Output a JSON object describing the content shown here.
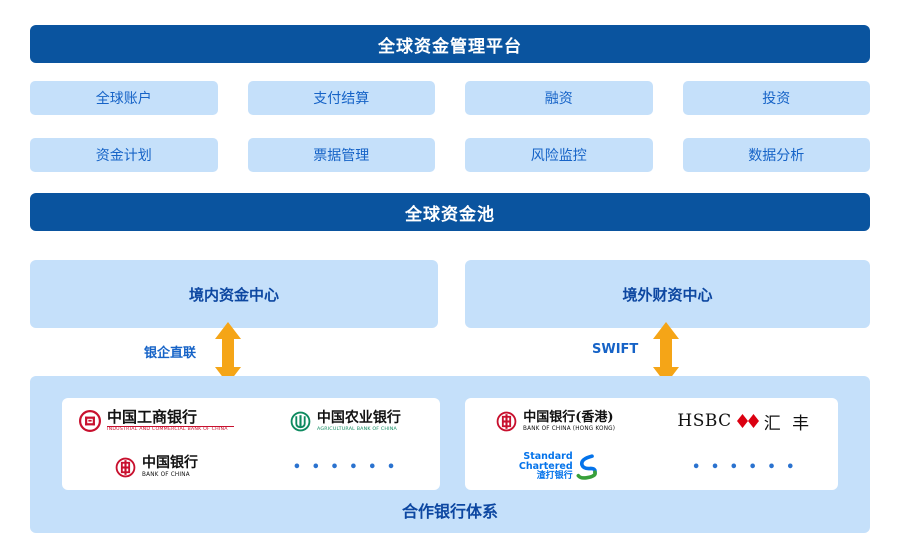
{
  "header": {
    "platform_title": "全球资金管理平台",
    "pool_title": "全球资金池"
  },
  "modules": [
    {
      "label": "全球账户"
    },
    {
      "label": "支付结算"
    },
    {
      "label": "融资"
    },
    {
      "label": "投资"
    },
    {
      "label": "资金计划"
    },
    {
      "label": "票据管理"
    },
    {
      "label": "风险监控"
    },
    {
      "label": "数据分析"
    }
  ],
  "hubs": {
    "domestic": {
      "title": "境内资金中心"
    },
    "offshore": {
      "title": "境外财资中心"
    }
  },
  "connectors": {
    "left": {
      "label": "银企直联",
      "icon": "double-arrow-vertical-icon"
    },
    "right": {
      "label": "SWIFT",
      "icon": "double-arrow-vertical-icon"
    }
  },
  "bank_section": {
    "title": "合作银行体系",
    "domestic_banks": [
      {
        "cn": "中国工商银行",
        "en": "INDUSTRIAL AND COMMERCIAL BANK OF CHINA",
        "icon": "icbc-logo-icon"
      },
      {
        "cn": "中国农业银行",
        "en": "AGRICULTURAL BANK OF CHINA",
        "icon": "abc-logo-icon"
      },
      {
        "cn": "中国银行",
        "en": "BANK OF CHINA",
        "icon": "boc-logo-icon"
      }
    ],
    "domestic_more": "• • • • • •",
    "offshore_banks": [
      {
        "cn": "中国银行(香港)",
        "en": "BANK OF CHINA (HONG KONG)",
        "icon": "boc-hk-logo-icon"
      },
      {
        "cn": "HSBC",
        "cn_alt": "汇 丰",
        "en": "",
        "icon": "hsbc-logo-icon"
      },
      {
        "line1": "Standard",
        "line2": "Chartered",
        "cn": "渣打银行",
        "icon": "standard-chartered-logo-icon"
      }
    ],
    "offshore_more": "• • • • • •"
  },
  "colors": {
    "banner_blue": "#0a549f",
    "tile_blue": "#c5e0fa",
    "text_blue": "#1663c7",
    "heading_navy": "#0d47a1",
    "arrow_orange": "#f5a517",
    "icbc_red": "#c8102e",
    "abc_green": "#0e8a5f",
    "boc_red": "#c8102e",
    "hsbc_red": "#db0011",
    "sc_blue": "#0473ea",
    "sc_green": "#38a03b"
  }
}
